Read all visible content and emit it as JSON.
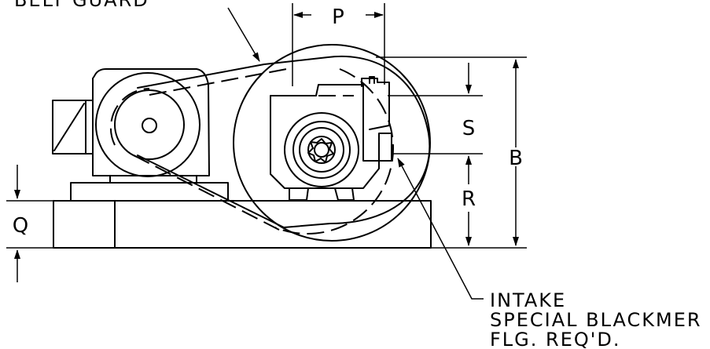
{
  "labels": {
    "belt_guard": "BELT GUARD",
    "intake_line1": "INTAKE",
    "intake_line2": "SPECIAL BLACKMER",
    "intake_line3": "FLG. REQ'D."
  },
  "dimensions": {
    "p": "P",
    "s": "S",
    "b": "B",
    "r": "R",
    "q": "Q"
  }
}
